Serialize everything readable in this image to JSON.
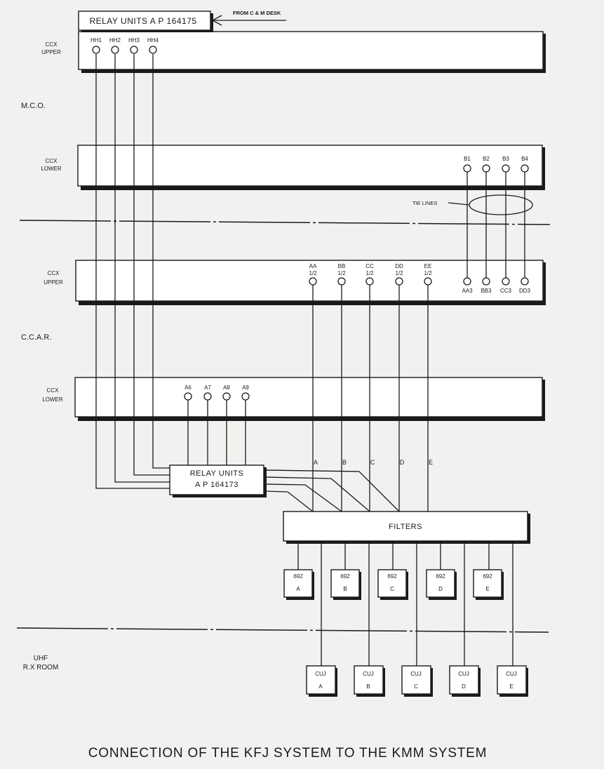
{
  "title": "CONNECTION OF THE KFJ SYSTEM TO THE KMM SYSTEM",
  "source_note": "FROM C & M DESK",
  "tie_lines_label": "TIE LINES",
  "zones": {
    "mco": "M.C.O.",
    "ccar": "C.C.A.R.",
    "uhf": [
      "UHF",
      "R.X ROOM"
    ]
  },
  "relay_top": "RELAY UNITS  A P 164175",
  "relay_mid": [
    "RELAY UNITS",
    "A P  164173"
  ],
  "filters_label": "FILTERS",
  "panels": {
    "mco_upper": {
      "label": [
        "CCX",
        "UPPER"
      ],
      "terminals": [
        "HH1",
        "HH2",
        "HH3",
        "HH4"
      ]
    },
    "mco_lower": {
      "label": [
        "CCX",
        "LOWER"
      ],
      "terminals": [
        "B1",
        "B2",
        "B3",
        "B4"
      ]
    },
    "ccar_upper": {
      "label": [
        "CCX",
        "UPPER"
      ],
      "terminals": [
        [
          "AA",
          "1/2"
        ],
        [
          "BB",
          "1/2"
        ],
        [
          "CC",
          "1/2"
        ],
        [
          "DD",
          "1/2"
        ],
        [
          "EE",
          "1/2"
        ]
      ],
      "tie_terminals": [
        "AA3",
        "BB3",
        "CC3",
        "DD3"
      ]
    },
    "ccar_lower": {
      "label": [
        "CCX",
        "LOWER"
      ],
      "terminals": [
        "A6",
        "A7",
        "A8",
        "A9"
      ]
    }
  },
  "line_letters": [
    "A",
    "B",
    "C",
    "D",
    "E"
  ],
  "units_692": [
    [
      "692",
      "A"
    ],
    [
      "692",
      "B"
    ],
    [
      "692",
      "C"
    ],
    [
      "692",
      "D"
    ],
    [
      "692",
      "E"
    ]
  ],
  "units_cuj": [
    [
      "CUJ",
      "A"
    ],
    [
      "CUJ",
      "B"
    ],
    [
      "CUJ",
      "C"
    ],
    [
      "CUJ",
      "D"
    ],
    [
      "CUJ",
      "E"
    ]
  ]
}
